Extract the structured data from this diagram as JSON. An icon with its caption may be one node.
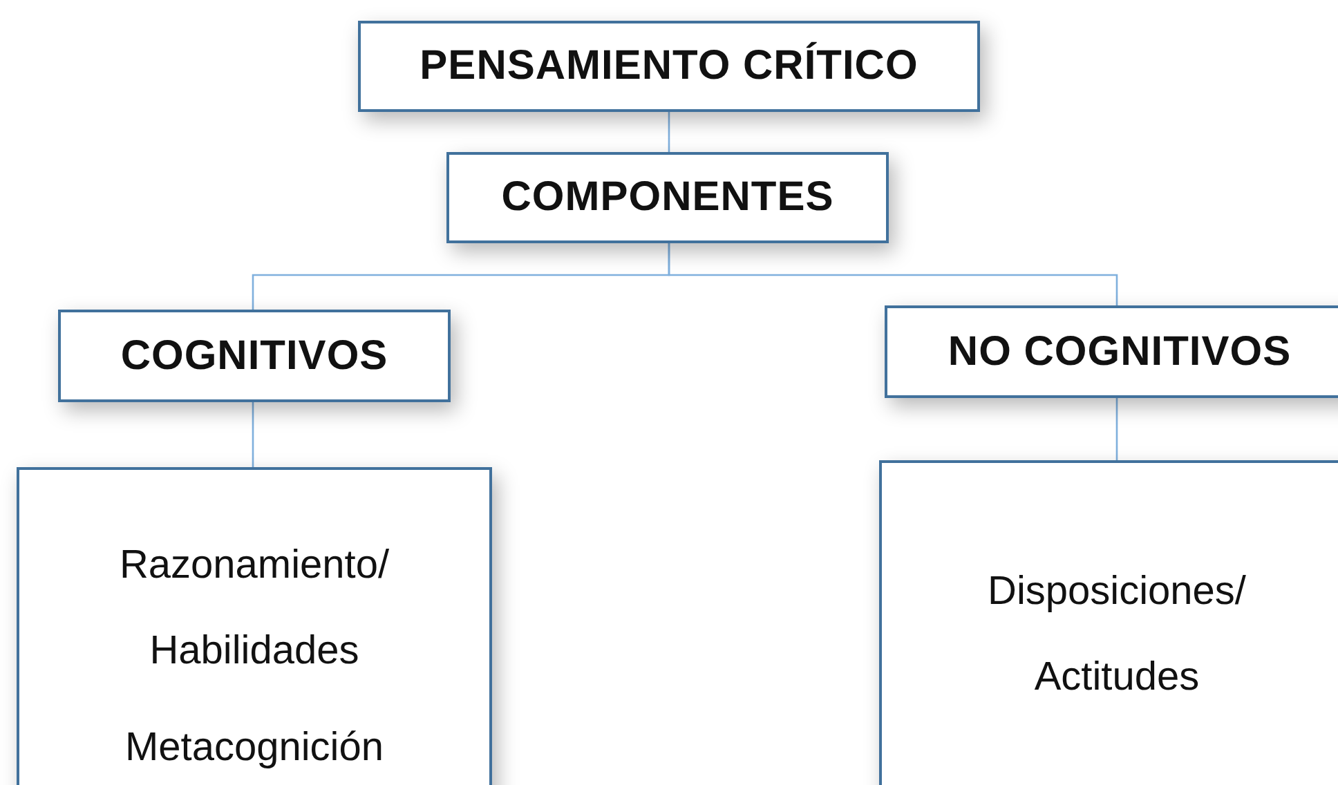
{
  "diagram": {
    "nodes": [
      {
        "text": [
          "PENSAMIENTO CRÍTICO"
        ]
      },
      {
        "text": [
          "COMPONENTES"
        ]
      },
      {
        "text": [
          "COGNITIVOS"
        ]
      },
      {
        "text": [
          "NO COGNITIVOS"
        ]
      },
      {
        "text": [
          "Razonamiento/ Habilidades",
          "Metacognición"
        ]
      },
      {
        "text": [
          "Disposiciones/ Actitudes"
        ]
      }
    ],
    "edges": [
      {
        "from": 0,
        "to": 1,
        "arrow": "none"
      },
      {
        "from": 1,
        "to": 2,
        "arrow": "none"
      },
      {
        "from": 1,
        "to": 3,
        "arrow": "none"
      },
      {
        "from": 2,
        "to": 4,
        "arrow": "none"
      },
      {
        "from": 3,
        "to": 5,
        "arrow": "none"
      }
    ]
  }
}
